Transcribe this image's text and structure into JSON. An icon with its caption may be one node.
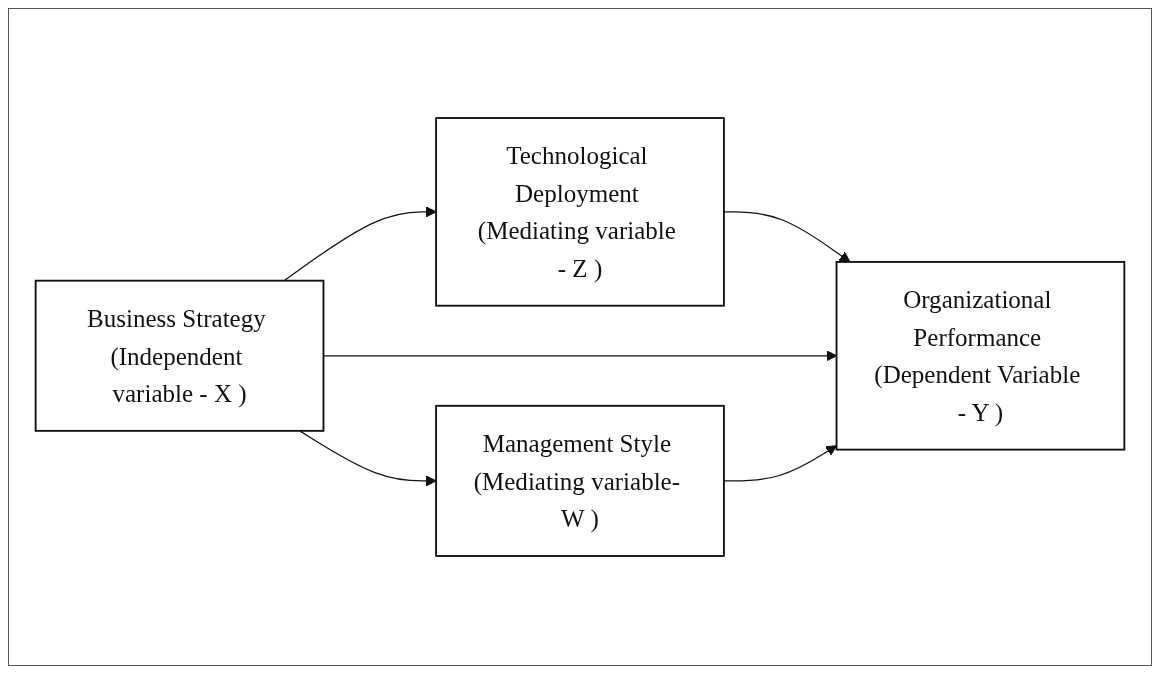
{
  "diagram": {
    "nodes": [
      {
        "text": [
          "Technological Deployment (Mediating variable - Z )"
        ]
      },
      {
        "text": [
          "Business Strategy (Independent variable - X )"
        ]
      },
      {
        "text": [
          "Organizational Performance (Dependent Variable - Y )"
        ]
      },
      {
        "text": [
          "Management Style (Mediating variable- W )"
        ]
      }
    ],
    "edges": [
      {
        "from": 1,
        "to": 0,
        "arrow": "to"
      },
      {
        "from": 0,
        "to": 2,
        "arrow": "to"
      },
      {
        "from": 1,
        "to": 2,
        "arrow": "to"
      },
      {
        "from": 1,
        "to": 3,
        "arrow": "to"
      },
      {
        "from": 3,
        "to": 2,
        "arrow": "to"
      }
    ]
  }
}
